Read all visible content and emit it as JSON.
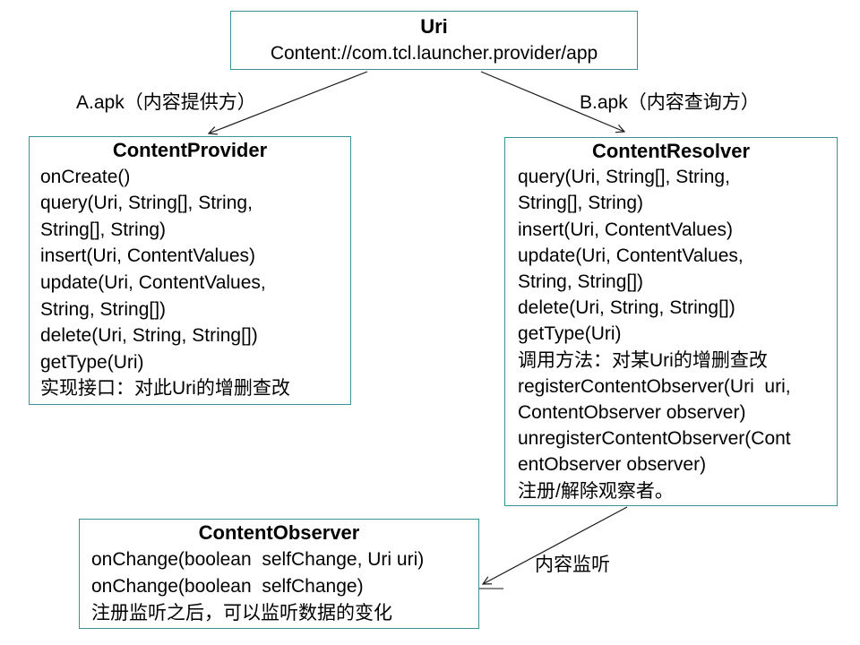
{
  "uri_box": {
    "title": "Uri",
    "subtitle": "Content://com.tcl.launcher.provider/app"
  },
  "labels": {
    "a_apk": "A.apk（内容提供方）",
    "b_apk": "B.apk（内容查询方）",
    "listen": "内容监听"
  },
  "provider_box": {
    "title": "ContentProvider",
    "lines": [
      "onCreate()",
      "query(Uri, String[], String,",
      "String[], String)",
      "insert(Uri, ContentValues)",
      "update(Uri, ContentValues,",
      "String, String[])",
      "delete(Uri, String, String[])",
      "getType(Uri)",
      "实现接口：对此Uri的增删查改"
    ]
  },
  "resolver_box": {
    "title": "ContentResolver",
    "lines": [
      "query(Uri, String[], String,",
      "String[], String)",
      "insert(Uri, ContentValues)",
      "update(Uri, ContentValues,",
      "String, String[])",
      "delete(Uri, String, String[])",
      "getType(Uri)",
      "调用方法：对某Uri的增删查改",
      "registerContentObserver(Uri  uri,",
      "ContentObserver observer)",
      "unregisterContentObserver(Cont",
      "entObserver observer)",
      "注册/解除观察者。"
    ]
  },
  "observer_box": {
    "title": "ContentObserver",
    "lines": [
      "onChange(boolean  selfChange, Uri uri)",
      "onChange(boolean  selfChange)",
      "注册监听之后，可以监听数据的变化"
    ]
  },
  "colors": {
    "box_border": "#3b9299",
    "arrow": "#1a1a1a",
    "text": "#000000",
    "background": "#ffffff"
  }
}
